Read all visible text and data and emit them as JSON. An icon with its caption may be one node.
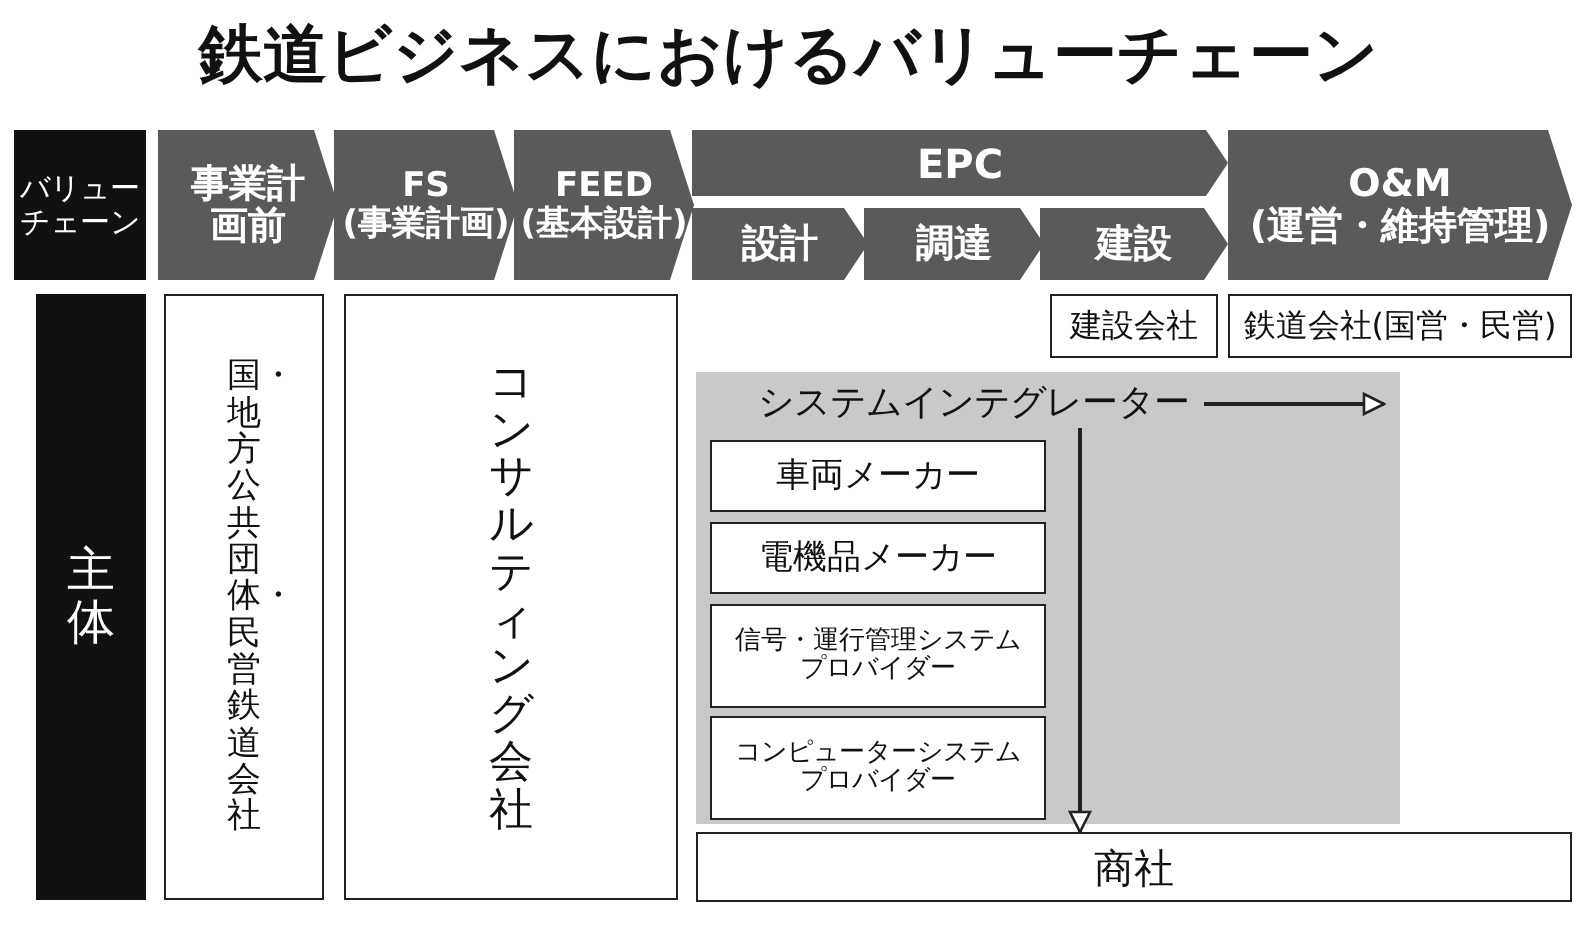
{
  "diagram": {
    "title": "鉄道ビジネスにおけるバリューチェーン",
    "nodes": [
      {
        "text": [
          "バリューチェーン"
        ]
      },
      {
        "text": [
          "事業計画前"
        ]
      },
      {
        "text": [
          "FS",
          "(事業計画)"
        ]
      },
      {
        "text": [
          "FEED",
          "(基本設計)"
        ]
      },
      {
        "text": [
          "EPC"
        ]
      },
      {
        "text": [
          "設計"
        ]
      },
      {
        "text": [
          "調達"
        ]
      },
      {
        "text": [
          "建設"
        ]
      },
      {
        "text": [
          "O&M",
          "(運営・維持管理)"
        ]
      },
      {
        "text": [
          "主体"
        ]
      },
      {
        "text": [
          "国・地方公共団体・民営鉄道会社"
        ]
      },
      {
        "text": [
          "コンサルティング会社"
        ]
      },
      {
        "text": [
          "建設会社"
        ]
      },
      {
        "text": [
          "鉄道会社(国営・民営)"
        ]
      },
      {
        "text": [],
        "shape": "box"
      },
      {
        "text": [
          "システムインテグレーター"
        ],
        "in": 14
      },
      {
        "text": [
          "車両メーカー"
        ],
        "in": 14
      },
      {
        "text": [
          "電機品メーカー"
        ],
        "in": 14
      },
      {
        "text": [
          "信号・運行管理システムプロバイダー"
        ],
        "in": 14
      },
      {
        "text": [
          "コンピューターシステムプロバイダー"
        ],
        "in": 14
      },
      {
        "text": [
          "商社"
        ]
      }
    ],
    "edges": [
      {
        "from": 15,
        "to": null,
        "arrow": "to"
      },
      {
        "from": 15,
        "to": 20,
        "arrow": "to"
      }
    ]
  }
}
